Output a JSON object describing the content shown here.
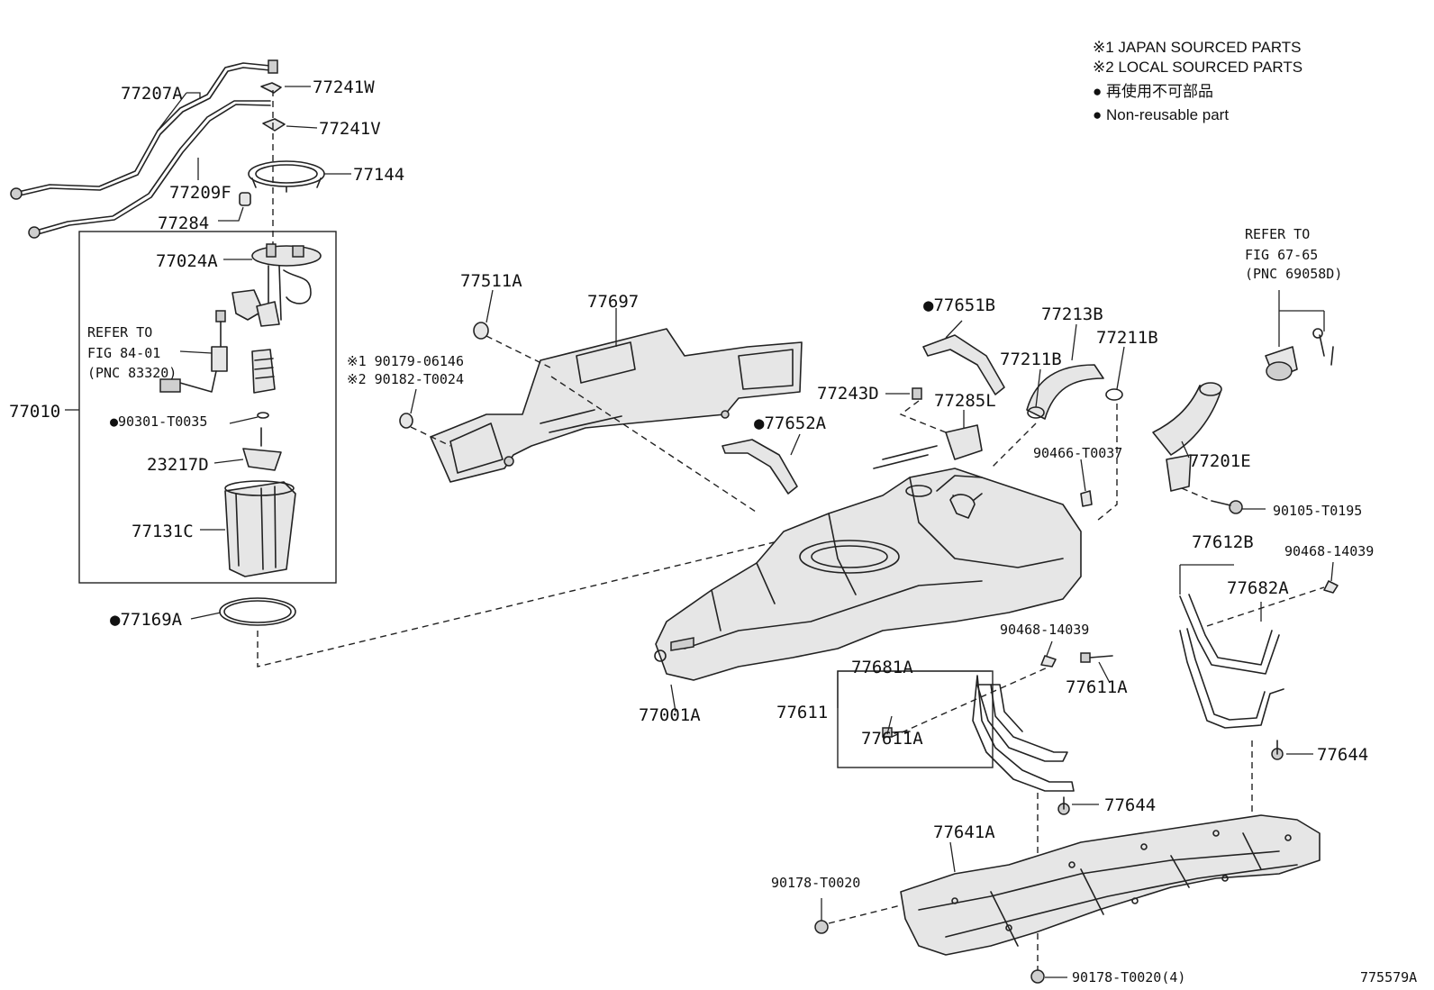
{
  "legend": {
    "line1": "※1 JAPAN SOURCED PARTS",
    "line2": "※2 LOCAL SOURCED PARTS",
    "line3": "● 再使用不可部品",
    "line4": "● Non-reusable part"
  },
  "figure_id": "775579A",
  "labels": {
    "l77207A": "77207A",
    "l77241W": "77241W",
    "l77241V": "77241V",
    "l77144": "77144",
    "l77209F": "77209F",
    "l77284": "77284",
    "l77024A": "77024A",
    "refer1a": "REFER TO",
    "refer1b": "FIG 84-01",
    "refer1c": "(PNC 83320)",
    "l77010": "77010",
    "l90301": "●90301-T0035",
    "l23217D": "23217D",
    "l77131C": "77131C",
    "l77169A": "●77169A",
    "l77511A": "77511A",
    "l77697": "77697",
    "n1": "※1 90179-06146",
    "n2": "※2 90182-T0024",
    "l77651B": "●77651B",
    "l77213B": "77213B",
    "l77211B_1": "77211B",
    "l77211B_2": "77211B",
    "l77243D": "77243D",
    "l77285L": "77285L",
    "l77652A": "●77652A",
    "refer2a": "REFER TO",
    "refer2b": "FIG 67-65",
    "refer2c": "(PNC 69058D)",
    "l90466": "90466-T0037",
    "l77201E": "77201E",
    "l90105": "90105-T0195",
    "l77612B": "77612B",
    "l90468a": "90468-14039",
    "l77682A": "77682A",
    "l90468b": "90468-14039",
    "l77681A": "77681A",
    "l77611A_1": "77611A",
    "l77611": "77611",
    "l77611A_2": "77611A",
    "l77001A": "77001A",
    "l77644_1": "77644",
    "l77644_2": "77644",
    "l77641A": "77641A",
    "l90178a": "90178-T0020",
    "l90178b": "90178-T0020(4)"
  }
}
